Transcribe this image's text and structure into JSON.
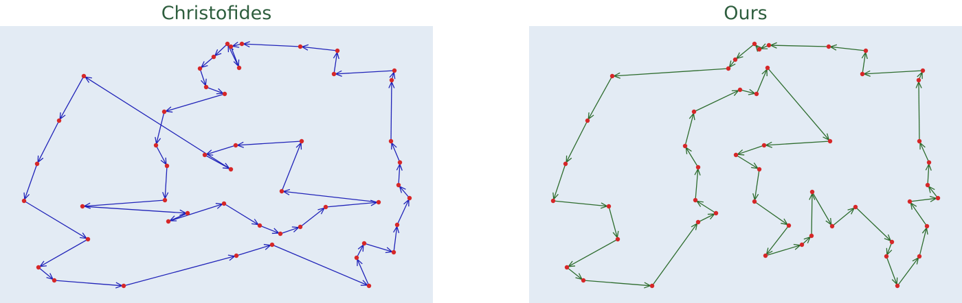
{
  "panels": [
    {
      "title": "Christofides",
      "edge_color": "#1f22b8",
      "node_color": "#d62728",
      "background": "#e3ebf4",
      "tour": [
        [
          122,
          111
        ],
        [
          86,
          176
        ],
        [
          54,
          239
        ],
        [
          35,
          293
        ],
        [
          128,
          349
        ],
        [
          56,
          390
        ],
        [
          79,
          409
        ],
        [
          180,
          417
        ],
        [
          344,
          373
        ],
        [
          396,
          357
        ],
        [
          537,
          417
        ],
        [
          519,
          376
        ],
        [
          530,
          355
        ],
        [
          573,
          368
        ],
        [
          578,
          328
        ],
        [
          596,
          289
        ],
        [
          580,
          270
        ],
        [
          582,
          237
        ],
        [
          569,
          206
        ],
        [
          570,
          117
        ],
        [
          574,
          103
        ],
        [
          486,
          108
        ],
        [
          491,
          74
        ],
        [
          437,
          68
        ],
        [
          352,
          64
        ],
        [
          336,
          68
        ],
        [
          348,
          99
        ],
        [
          331,
          64
        ],
        [
          311,
          83
        ],
        [
          291,
          100
        ],
        [
          300,
          127
        ],
        [
          327,
          137
        ],
        [
          239,
          163
        ],
        [
          227,
          212
        ],
        [
          243,
          242
        ],
        [
          240,
          292
        ],
        [
          120,
          301
        ],
        [
          273,
          311
        ],
        [
          245,
          323
        ],
        [
          326,
          297
        ],
        [
          378,
          329
        ],
        [
          408,
          341
        ],
        [
          437,
          331
        ],
        [
          474,
          302
        ],
        [
          551,
          295
        ],
        [
          410,
          279
        ],
        [
          439,
          206
        ],
        [
          343,
          212
        ],
        [
          298,
          226
        ],
        [
          336,
          247
        ],
        [
          122,
          111
        ]
      ]
    },
    {
      "title": "Ours",
      "edge_color": "#2c6b2c",
      "node_color": "#d62728",
      "background": "#e3ebf4",
      "tour": [
        [
          891,
          111
        ],
        [
          855,
          176
        ],
        [
          823,
          239
        ],
        [
          805,
          293
        ],
        [
          886,
          301
        ],
        [
          899,
          349
        ],
        [
          825,
          390
        ],
        [
          849,
          409
        ],
        [
          949,
          417
        ],
        [
          1016,
          324
        ],
        [
          1042,
          311
        ],
        [
          1012,
          292
        ],
        [
          1016,
          244
        ],
        [
          997,
          213
        ],
        [
          1010,
          163
        ],
        [
          1077,
          131
        ],
        [
          1101,
          137
        ],
        [
          1117,
          99
        ],
        [
          1208,
          206
        ],
        [
          1112,
          212
        ],
        [
          1071,
          226
        ],
        [
          1105,
          247
        ],
        [
          1098,
          294
        ],
        [
          1148,
          329
        ],
        [
          1114,
          373
        ],
        [
          1167,
          357
        ],
        [
          1181,
          344
        ],
        [
          1182,
          280
        ],
        [
          1211,
          330
        ],
        [
          1245,
          302
        ],
        [
          1298,
          353
        ],
        [
          1290,
          374
        ],
        [
          1306,
          417
        ],
        [
          1338,
          374
        ],
        [
          1349,
          330
        ],
        [
          1324,
          294
        ],
        [
          1365,
          289
        ],
        [
          1350,
          270
        ],
        [
          1352,
          237
        ],
        [
          1338,
          206
        ],
        [
          1337,
          117
        ],
        [
          1343,
          103
        ],
        [
          1255,
          108
        ],
        [
          1260,
          74
        ],
        [
          1206,
          68
        ],
        [
          1119,
          66
        ],
        [
          1105,
          72
        ],
        [
          1098,
          64
        ],
        [
          1070,
          87
        ],
        [
          1060,
          100
        ],
        [
          891,
          111
        ]
      ]
    }
  ]
}
